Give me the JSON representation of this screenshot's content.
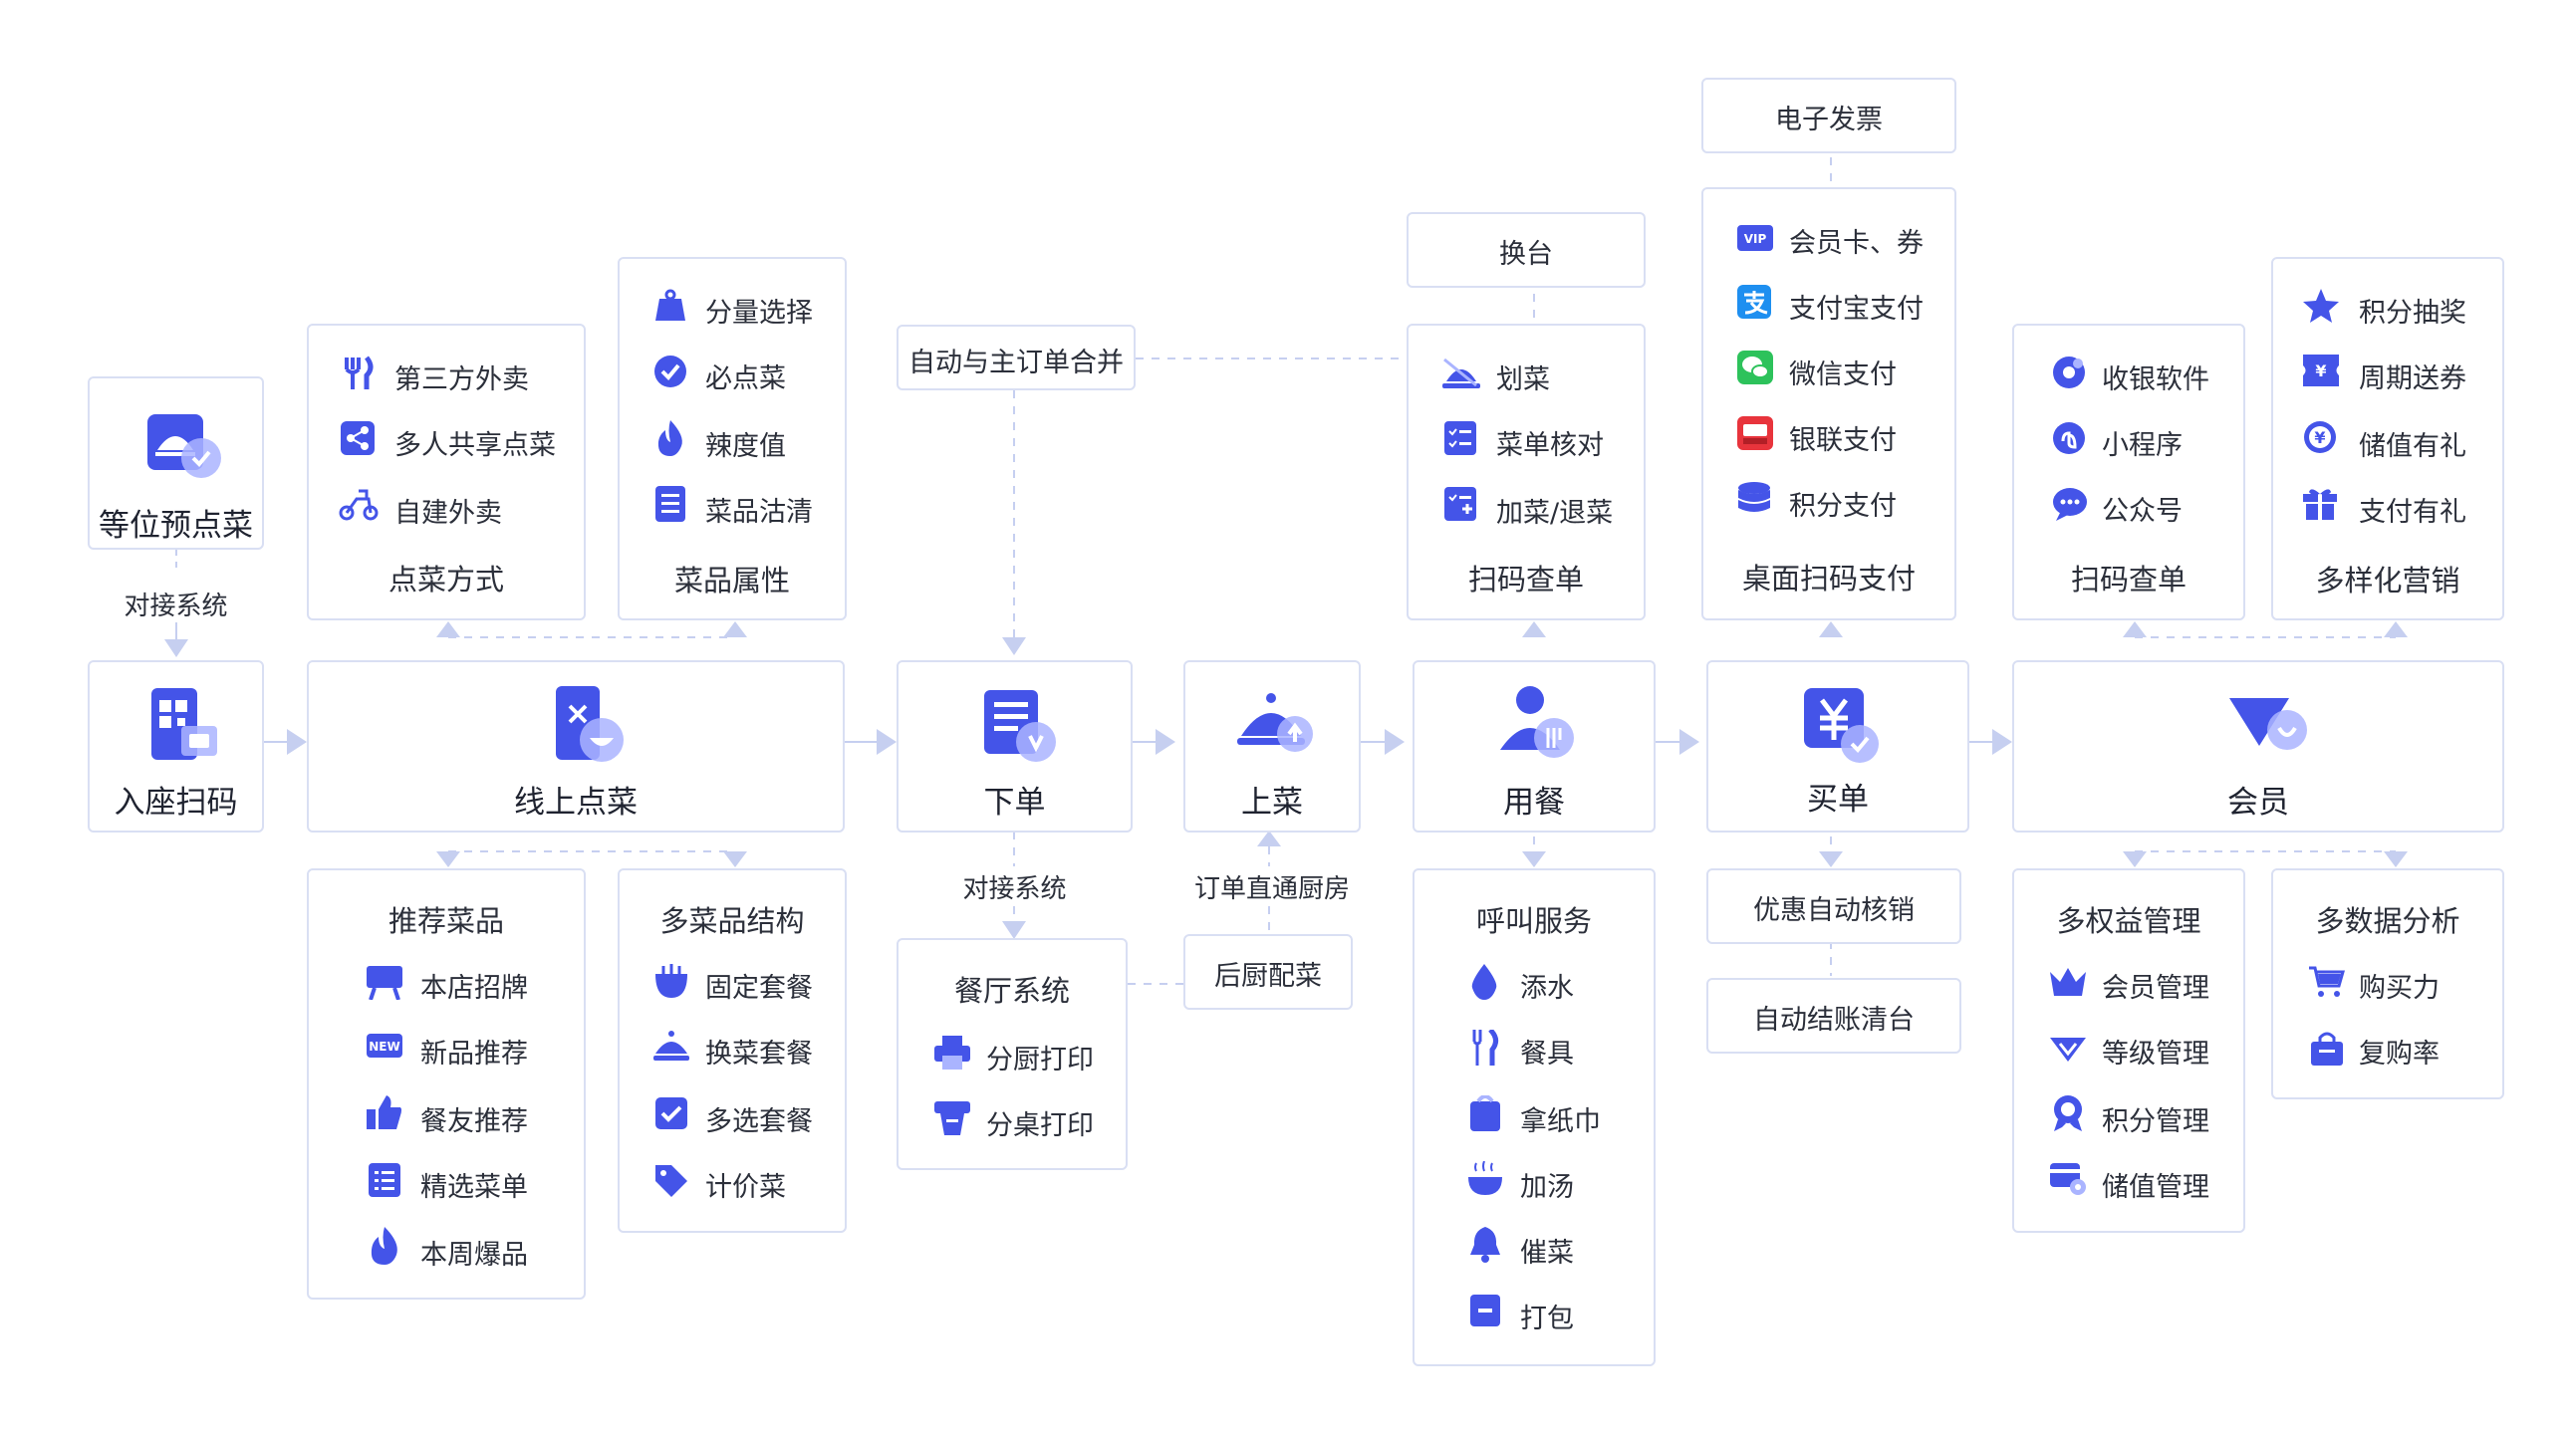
{
  "colors": {
    "accent": "#4454e8",
    "accent_light": "#aab4ff",
    "border": "#d9dff3",
    "line": "#c6cff0"
  },
  "main_flow": [
    {
      "id": "scan",
      "label": "入座扫码",
      "icon": "qr-phone-icon"
    },
    {
      "id": "online",
      "label": "线上点菜",
      "icon": "phone-dish-icon"
    },
    {
      "id": "order",
      "label": "下单",
      "icon": "order-list-icon"
    },
    {
      "id": "serve",
      "label": "上菜",
      "icon": "cloche-icon"
    },
    {
      "id": "dine",
      "label": "用餐",
      "icon": "diner-icon"
    },
    {
      "id": "pay",
      "label": "买单",
      "icon": "yen-icon"
    },
    {
      "id": "member",
      "label": "会员",
      "icon": "vip-heart-icon"
    }
  ],
  "preorder": {
    "label": "等位预点菜",
    "icon": "cloche-check-icon",
    "connector": "对接系统"
  },
  "order_method": {
    "title": "点菜方式",
    "items": [
      {
        "label": "第三方外卖",
        "icon": "cutlery-icon"
      },
      {
        "label": "多人共享点菜",
        "icon": "share-icon"
      },
      {
        "label": "自建外卖",
        "icon": "scooter-icon"
      }
    ]
  },
  "dish_attr": {
    "title": "菜品属性",
    "items": [
      {
        "label": "分量选择",
        "icon": "weight-icon"
      },
      {
        "label": "必点菜",
        "icon": "check-circle-icon"
      },
      {
        "label": "辣度值",
        "icon": "flame-icon"
      },
      {
        "label": "菜品沽清",
        "icon": "list-icon"
      }
    ]
  },
  "merge_note": "自动与主订单合并",
  "recommend": {
    "title": "推荐菜品",
    "items": [
      {
        "label": "本店招牌",
        "icon": "signboard-icon"
      },
      {
        "label": "新品推荐",
        "icon": "new-icon"
      },
      {
        "label": "餐友推荐",
        "icon": "thumbs-up-icon"
      },
      {
        "label": "精选菜单",
        "icon": "menu-list-icon"
      },
      {
        "label": "本周爆品",
        "icon": "hot-icon"
      }
    ]
  },
  "multi_structure": {
    "title": "多菜品结构",
    "items": [
      {
        "label": "固定套餐",
        "icon": "bowl-icon"
      },
      {
        "label": "换菜套餐",
        "icon": "cloche-small-icon"
      },
      {
        "label": "多选套餐",
        "icon": "checkbox-icon"
      },
      {
        "label": "计价菜",
        "icon": "price-tag-icon"
      }
    ]
  },
  "order_connector": "对接系统",
  "restaurant_system": {
    "title": "餐厅系统",
    "items": [
      {
        "label": "分厨打印",
        "icon": "printer-icon"
      },
      {
        "label": "分桌打印",
        "icon": "print-tray-icon"
      }
    ]
  },
  "kitchen_connector": "订单直通厨房",
  "kitchen_prep": "后厨配菜",
  "change_table": "换台",
  "scan_check_dine": {
    "title": "扫码查单",
    "items": [
      {
        "label": "划菜",
        "icon": "strike-dish-icon"
      },
      {
        "label": "菜单核对",
        "icon": "checklist-icon"
      },
      {
        "label": "加菜/退菜",
        "icon": "add-remove-icon"
      }
    ]
  },
  "call_service": {
    "title": "呼叫服务",
    "items": [
      {
        "label": "添水",
        "icon": "water-drop-icon"
      },
      {
        "label": "餐具",
        "icon": "fork-knife-icon"
      },
      {
        "label": "拿纸巾",
        "icon": "tissue-icon"
      },
      {
        "label": "加汤",
        "icon": "soup-icon"
      },
      {
        "label": "催菜",
        "icon": "bell-icon"
      },
      {
        "label": "打包",
        "icon": "box-icon"
      }
    ]
  },
  "invoice": "电子发票",
  "table_pay": {
    "title": "桌面扫码支付",
    "items": [
      {
        "label": "会员卡、券",
        "icon": "vip-card-icon"
      },
      {
        "label": "支付宝支付",
        "icon": "alipay-icon"
      },
      {
        "label": "微信支付",
        "icon": "wechat-icon"
      },
      {
        "label": "银联支付",
        "icon": "unionpay-icon"
      },
      {
        "label": "积分支付",
        "icon": "coins-icon"
      }
    ]
  },
  "discount_auto": "优惠自动核销",
  "auto_checkout": "自动结账清台",
  "scan_check_member": {
    "title": "扫码查单",
    "items": [
      {
        "label": "收银软件",
        "icon": "cashier-icon"
      },
      {
        "label": "小程序",
        "icon": "mini-program-icon"
      },
      {
        "label": "公众号",
        "icon": "chat-bubble-icon"
      }
    ]
  },
  "marketing": {
    "title": "多样化营销",
    "items": [
      {
        "label": "积分抽奖",
        "icon": "star-icon"
      },
      {
        "label": "周期送券",
        "icon": "coupon-icon"
      },
      {
        "label": "储值有礼",
        "icon": "yen-circle-icon"
      },
      {
        "label": "支付有礼",
        "icon": "gift-icon"
      }
    ]
  },
  "rights": {
    "title": "多权益管理",
    "items": [
      {
        "label": "会员管理",
        "icon": "crown-icon"
      },
      {
        "label": "等级管理",
        "icon": "diamond-icon"
      },
      {
        "label": "积分管理",
        "icon": "medal-icon"
      },
      {
        "label": "储值管理",
        "icon": "card-gear-icon"
      }
    ]
  },
  "analytics": {
    "title": "多数据分析",
    "items": [
      {
        "label": "购买力",
        "icon": "cart-icon"
      },
      {
        "label": "复购率",
        "icon": "bag-icon"
      }
    ]
  }
}
